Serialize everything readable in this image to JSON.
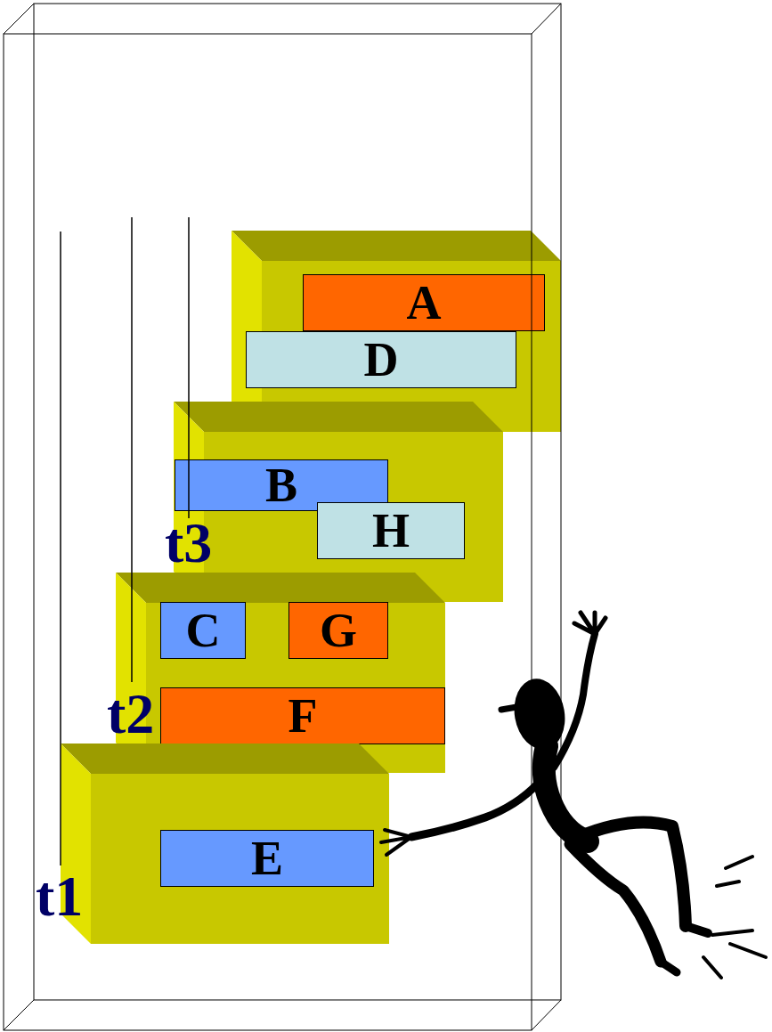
{
  "diagram": {
    "nodes": [
      {
        "text": []
      },
      {
        "text": [
          "A"
        ],
        "in": 0
      },
      {
        "text": [
          "D"
        ],
        "in": 0
      },
      {
        "text": [
          "t3"
        ]
      },
      {
        "text": [
          "B"
        ],
        "in": 3
      },
      {
        "text": [
          "H"
        ],
        "in": 3
      },
      {
        "text": [
          "t2"
        ]
      },
      {
        "text": [
          "C"
        ],
        "in": 6
      },
      {
        "text": [
          "G"
        ],
        "in": 6
      },
      {
        "text": [
          "F"
        ],
        "in": 6
      },
      {
        "text": [
          "t1"
        ]
      },
      {
        "text": [
          "E"
        ],
        "in": 10
      }
    ]
  }
}
